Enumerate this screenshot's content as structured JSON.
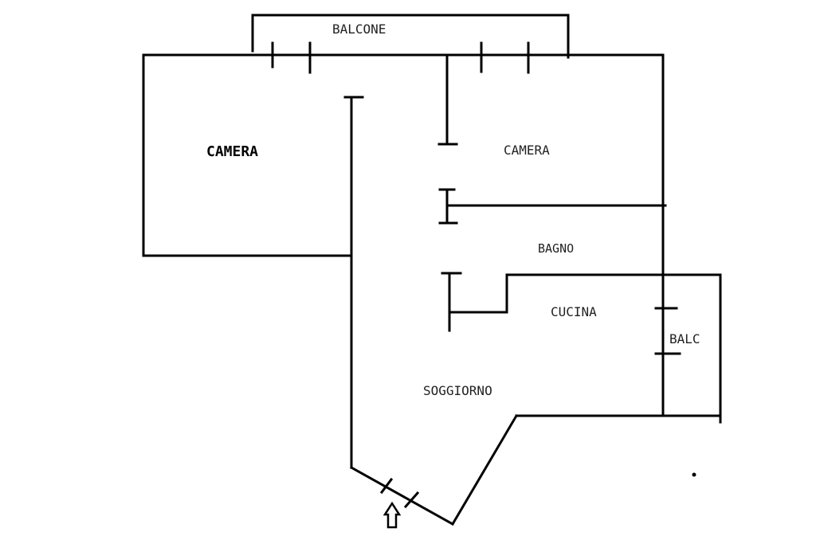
{
  "labels": {
    "balcone_top": "BALCONE",
    "camera_left": "CAMERA",
    "camera_right": "CAMERA",
    "bagno": "BAGNO",
    "cucina": "CUCINA",
    "balc": "BALC",
    "soggiorno": "SOGGIORNO"
  },
  "icons": {
    "entrance": "up-arrow-outline-icon"
  }
}
